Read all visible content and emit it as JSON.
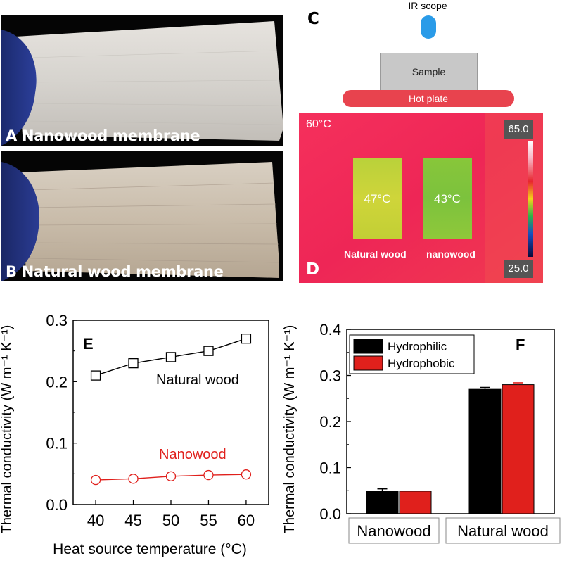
{
  "panel_a": {
    "label": "A Nanowood membrane"
  },
  "panel_b": {
    "label": "B Natural wood membrane"
  },
  "panel_c": {
    "letter": "C",
    "ir_scope_label": "IR scope",
    "sample_label": "Sample",
    "hot_plate_label": "Hot plate"
  },
  "panel_d": {
    "letter": "D",
    "ambient_temp": "60°C",
    "scale_max": "65.0",
    "scale_min": "25.0",
    "left_temp": "47°C",
    "right_temp": "43°C",
    "left_name": "Natural wood",
    "right_name": "nanowood"
  },
  "colors": {
    "natural_wood": "#000000",
    "nanowood": "#e0201c",
    "hydrophilic": "#000000",
    "hydrophobic": "#e0201c",
    "hot_plate": "#e8434e",
    "ir_scope": "#2a9be8",
    "thermal_background": "#f0285a"
  },
  "chart_data": [
    {
      "panel": "E",
      "type": "line",
      "xlabel": "Heat source temperature (°C)",
      "ylabel": "Thermal conductivity (W m⁻¹ K⁻¹)",
      "x": [
        40,
        45,
        50,
        55,
        60
      ],
      "xlim": [
        37,
        63
      ],
      "ylim": [
        0,
        0.3
      ],
      "xticks": [
        "40",
        "45",
        "50",
        "55",
        "60"
      ],
      "yticks": [
        "0.0",
        "0.1",
        "0.2",
        "0.3"
      ],
      "grid": false,
      "series": [
        {
          "name": "Natural wood",
          "values": [
            0.21,
            0.23,
            0.24,
            0.25,
            0.27
          ],
          "marker": "square",
          "color": "#000000"
        },
        {
          "name": "Nanowood",
          "values": [
            0.04,
            0.042,
            0.046,
            0.048,
            0.049
          ],
          "marker": "circle",
          "color": "#e0201c"
        }
      ]
    },
    {
      "panel": "F",
      "type": "bar",
      "ylabel": "Thermal conductivity (W m⁻¹ K⁻¹)",
      "categories": [
        "Nanowood",
        "Natural wood"
      ],
      "ylim": [
        0,
        0.4
      ],
      "yticks": [
        "0.0",
        "0.1",
        "0.2",
        "0.3",
        "0.4"
      ],
      "legend_position": "top-left",
      "grid": false,
      "series": [
        {
          "name": "Hydrophilic",
          "values": [
            0.049,
            0.27
          ],
          "errors": [
            0.005,
            0.004
          ],
          "color": "#000000"
        },
        {
          "name": "Hydrophobic",
          "values": [
            0.049,
            0.28
          ],
          "errors": [
            0.0,
            0.004
          ],
          "color": "#e0201c"
        }
      ]
    }
  ]
}
